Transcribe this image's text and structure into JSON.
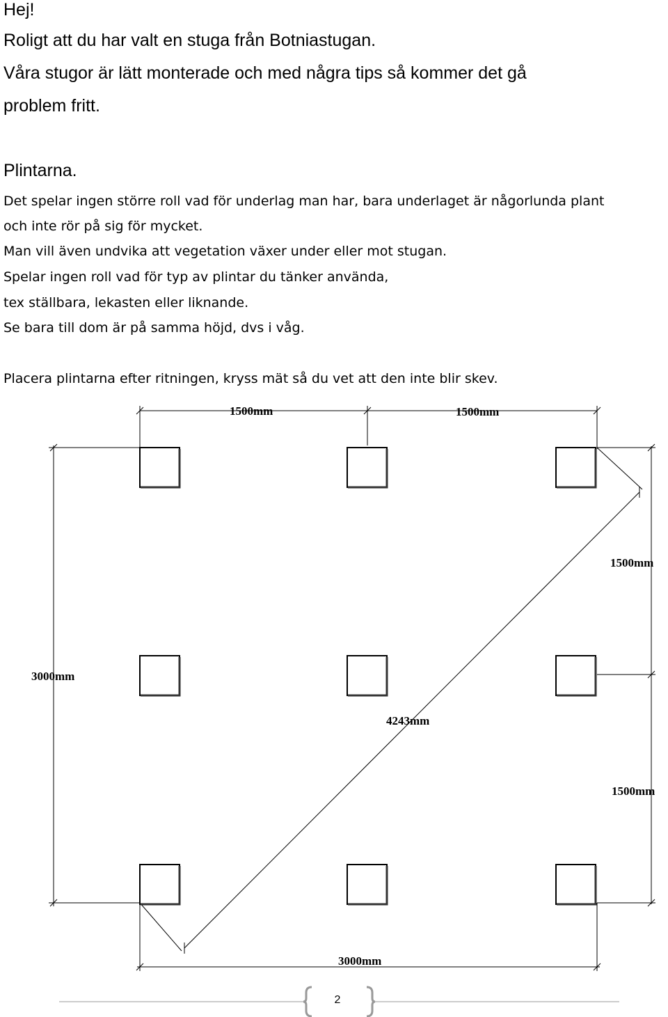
{
  "intro": {
    "greeting": "Hej!",
    "line1": "Roligt att du har valt en stuga från Botniastugan.",
    "line2": "Våra stugor är lätt monterade och med några tips så kommer det gå",
    "line3": "problem fritt."
  },
  "section": {
    "heading": "Plintarna.",
    "lines": [
      "Det spelar ingen större roll vad för underlag man har, bara underlaget är någorlunda plant",
      "och inte rör på sig för mycket.",
      "Man vill även undvika att vegetation växer under eller mot stugan.",
      "Spelar ingen roll vad för typ av plintar du tänker använda,",
      "tex ställbara, lekasten eller liknande.",
      "Se bara till dom är på samma höjd, dvs i våg."
    ],
    "instruction": "Placera plintarna efter ritningen, kryss mät så du vet att den inte blir skev."
  },
  "drawing": {
    "dim_top_left": "1500mm",
    "dim_top_right": "1500mm",
    "dim_right_upper": "1500mm",
    "dim_right_lower": "1500mm",
    "dim_left": "3000mm",
    "dim_diagonal": "4243mm",
    "dim_bottom": "3000mm"
  },
  "footer": {
    "page_number": "2"
  }
}
